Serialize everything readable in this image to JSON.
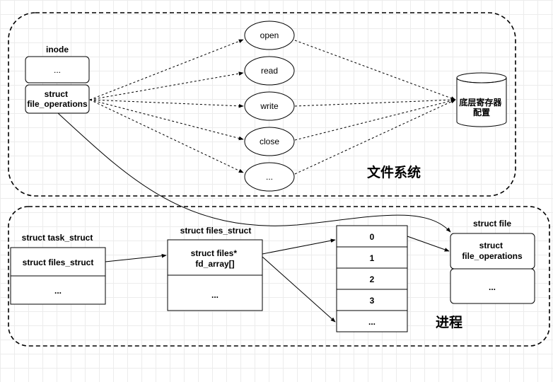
{
  "filesystem": {
    "label": "文件系统",
    "inode": {
      "title": "inode",
      "top": "...",
      "bottom": [
        "struct",
        "file_operations"
      ]
    },
    "operations": [
      "open",
      "read",
      "write",
      "close",
      "..."
    ],
    "storage": [
      "底层寄存器",
      "配置"
    ]
  },
  "process": {
    "label": "进程",
    "task_struct": {
      "title": "struct task_struct",
      "cells": [
        "struct files_struct",
        "..."
      ]
    },
    "files_struct": {
      "title": "struct files_struct",
      "fd_line1": "struct files*",
      "fd_line2": "fd_array[]",
      "bottom": "..."
    },
    "fd_array": [
      "0",
      "1",
      "2",
      "3",
      "..."
    ],
    "file": {
      "title": "struct file",
      "ops": [
        "struct",
        "file_operations"
      ],
      "bottom": "..."
    }
  }
}
